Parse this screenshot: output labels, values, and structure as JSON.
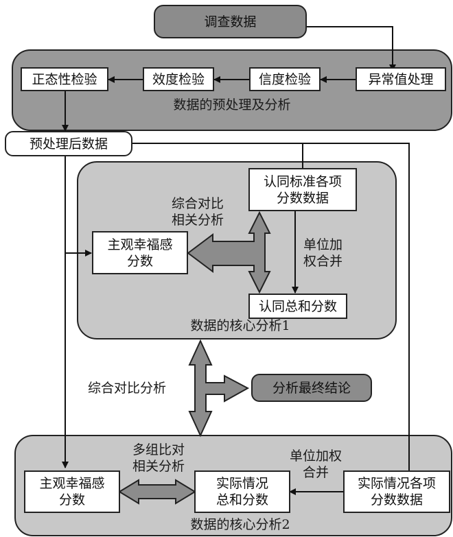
{
  "colors": {
    "group_dark": "#999999",
    "group_light": "#c8c8c8",
    "block_arrow": "#8c8c8c",
    "start_box": "#8c8c8c",
    "line": "#222222",
    "box": "#ffffff"
  },
  "nodes": {
    "survey_data": "调查数据",
    "outlier": "异常值处理",
    "reliability": "信度检验",
    "validity": "效度检验",
    "normality": "正态性检验",
    "preprocessed": "预处理后数据",
    "identity_items": [
      "认同标准各项",
      "分数数据"
    ],
    "subjective_happiness_1": [
      "主观幸福感",
      "分数"
    ],
    "identity_total": "认同总和分数",
    "final_conclusion": "分析最终结论",
    "subjective_happiness_2": [
      "主观幸福感",
      "分数"
    ],
    "actual_total": [
      "实际情况",
      "总和分数"
    ],
    "actual_items": [
      "实际情况各项",
      "分数数据"
    ]
  },
  "groups": {
    "preprocessing": "数据的预处理及分析",
    "core1": "数据的核心分析1",
    "core2": "数据的核心分析2"
  },
  "edge_labels": {
    "core1_compare": [
      "综合对比",
      "相关分析"
    ],
    "core1_merge": [
      "单位加",
      "权合并"
    ],
    "overall_compare": "综合对比分析",
    "core2_compare": [
      "多组比对",
      "相关分析"
    ],
    "core2_merge": [
      "单位加权",
      "合并"
    ]
  }
}
